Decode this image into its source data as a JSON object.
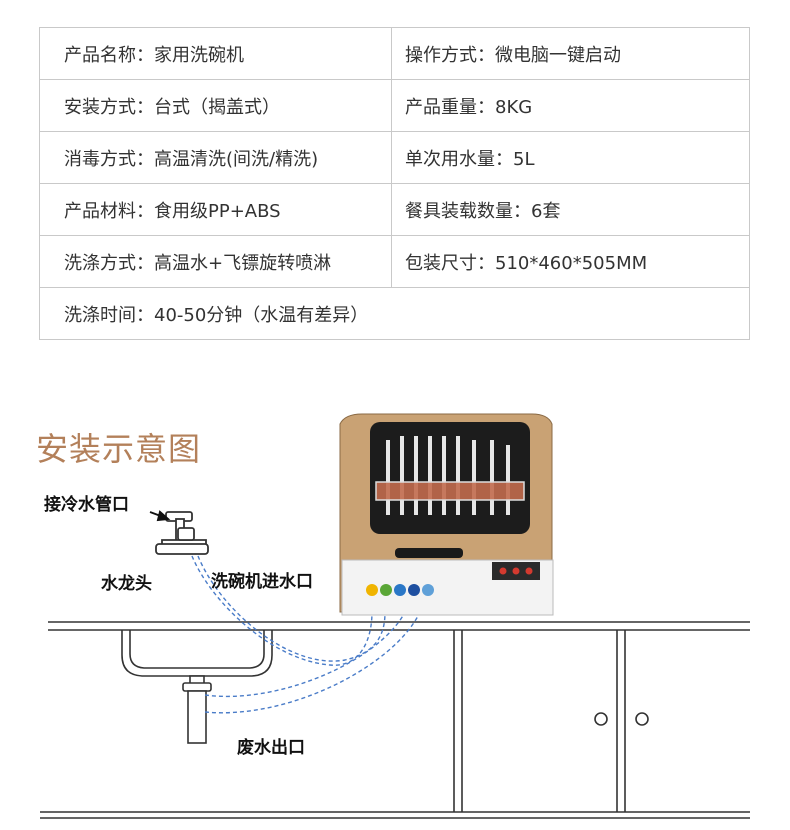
{
  "specs": [
    [
      "产品名称：家用洗碗机",
      "操作方式：微电脑一键启动"
    ],
    [
      "安装方式：台式（揭盖式）",
      "产品重量：8KG"
    ],
    [
      "消毒方式：高温清洗(间洗/精洗)",
      "单次用水量：5L"
    ],
    [
      "产品材料：食用级PP+ABS",
      "餐具装载数量：6套"
    ],
    [
      "洗涤方式：高温水+飞镖旋转喷淋",
      "包装尺寸：510*460*505MM"
    ]
  ],
  "spec_last": "洗涤时间：40-50分钟（水温有差异）",
  "install": {
    "title": "安装示意图",
    "labels": {
      "cold_water": "接冷水管口",
      "faucet": "水龙头",
      "inlet": "洗碗机进水口",
      "drain": "废水出口"
    }
  },
  "colors": {
    "title": "#b3805a",
    "gold": "#c9a274",
    "hose": "#4a7cc8",
    "border": "#c9c9c9"
  }
}
